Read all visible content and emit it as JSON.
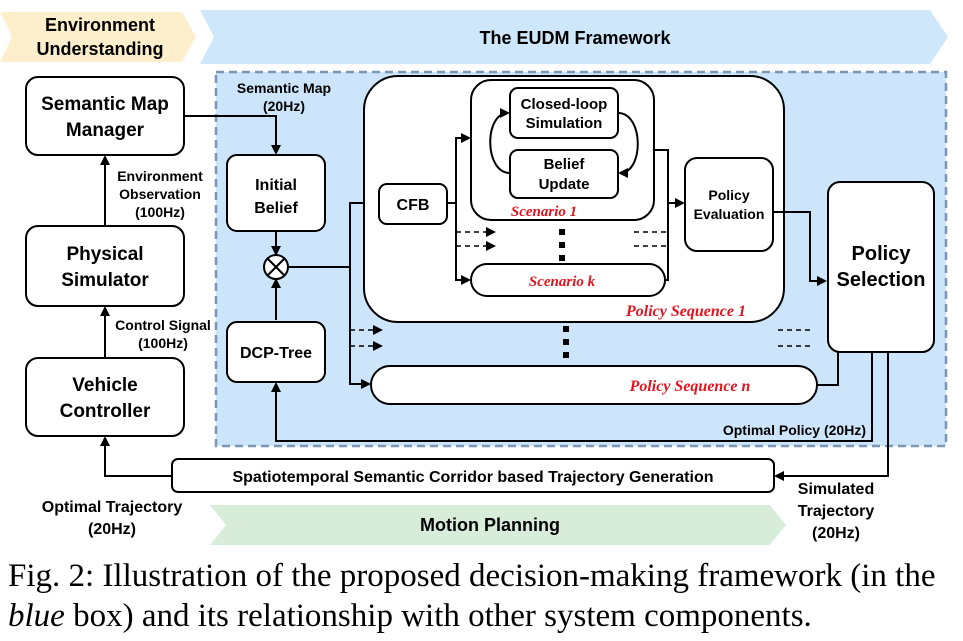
{
  "banners": {
    "environment_understanding_line1": "Environment",
    "environment_understanding_line2": "Understanding",
    "eudm_framework": "The EUDM Framework",
    "motion_planning": "Motion Planning"
  },
  "left_column": {
    "semantic_map_manager_line1": "Semantic Map",
    "semantic_map_manager_line2": "Manager",
    "environment_observation_line1": "Environment",
    "environment_observation_line2": "Observation",
    "environment_observation_rate": "(100Hz)",
    "physical_simulator_line1": "Physical",
    "physical_simulator_line2": "Simulator",
    "control_signal": "Control Signal",
    "control_signal_rate": "(100Hz)",
    "vehicle_controller_line1": "Vehicle",
    "vehicle_controller_line2": "Controller"
  },
  "eudm": {
    "semantic_map": "Semantic Map",
    "semantic_map_rate": "(20Hz)",
    "initial_belief_line1": "Initial",
    "initial_belief_line2": "Belief",
    "dcp_tree": "DCP-Tree",
    "cfb": "CFB",
    "closed_loop_line1": "Closed-loop",
    "closed_loop_line2": "Simulation",
    "belief_update_line1": "Belief",
    "belief_update_line2": "Update",
    "scenario_1": "Scenario 1",
    "scenario_k": "Scenario k",
    "policy_evaluation_line1": "Policy",
    "policy_evaluation_line2": "Evaluation",
    "policy_sequence_1": "Policy Sequence 1",
    "policy_sequence_n": "Policy Sequence n",
    "policy_selection_line1": "Policy",
    "policy_selection_line2": "Selection",
    "optimal_policy": "Optimal Policy (20Hz)"
  },
  "bottom": {
    "ssc_trajectory_generation": "Spatiotemporal Semantic Corridor based Trajectory Generation",
    "optimal_trajectory_line1": "Optimal Trajectory",
    "optimal_trajectory_line2": "(20Hz)",
    "simulated_trajectory_line1": "Simulated",
    "simulated_trajectory_line2": "Trajectory",
    "simulated_trajectory_line3": "(20Hz)"
  },
  "caption": {
    "part1": "Fig. 2: Illustration of the proposed decision-making framework (in the ",
    "italic": "blue",
    "part2": " box) and its relationship with other system components."
  },
  "colors": {
    "framework_fill": "#cce5fb",
    "framework_border": "#7b96b4",
    "env_banner": "#fdefcc",
    "eudm_banner": "#cfe7fb",
    "motion_banner": "#d7ecd9",
    "scenario_text": "#e0141e"
  }
}
